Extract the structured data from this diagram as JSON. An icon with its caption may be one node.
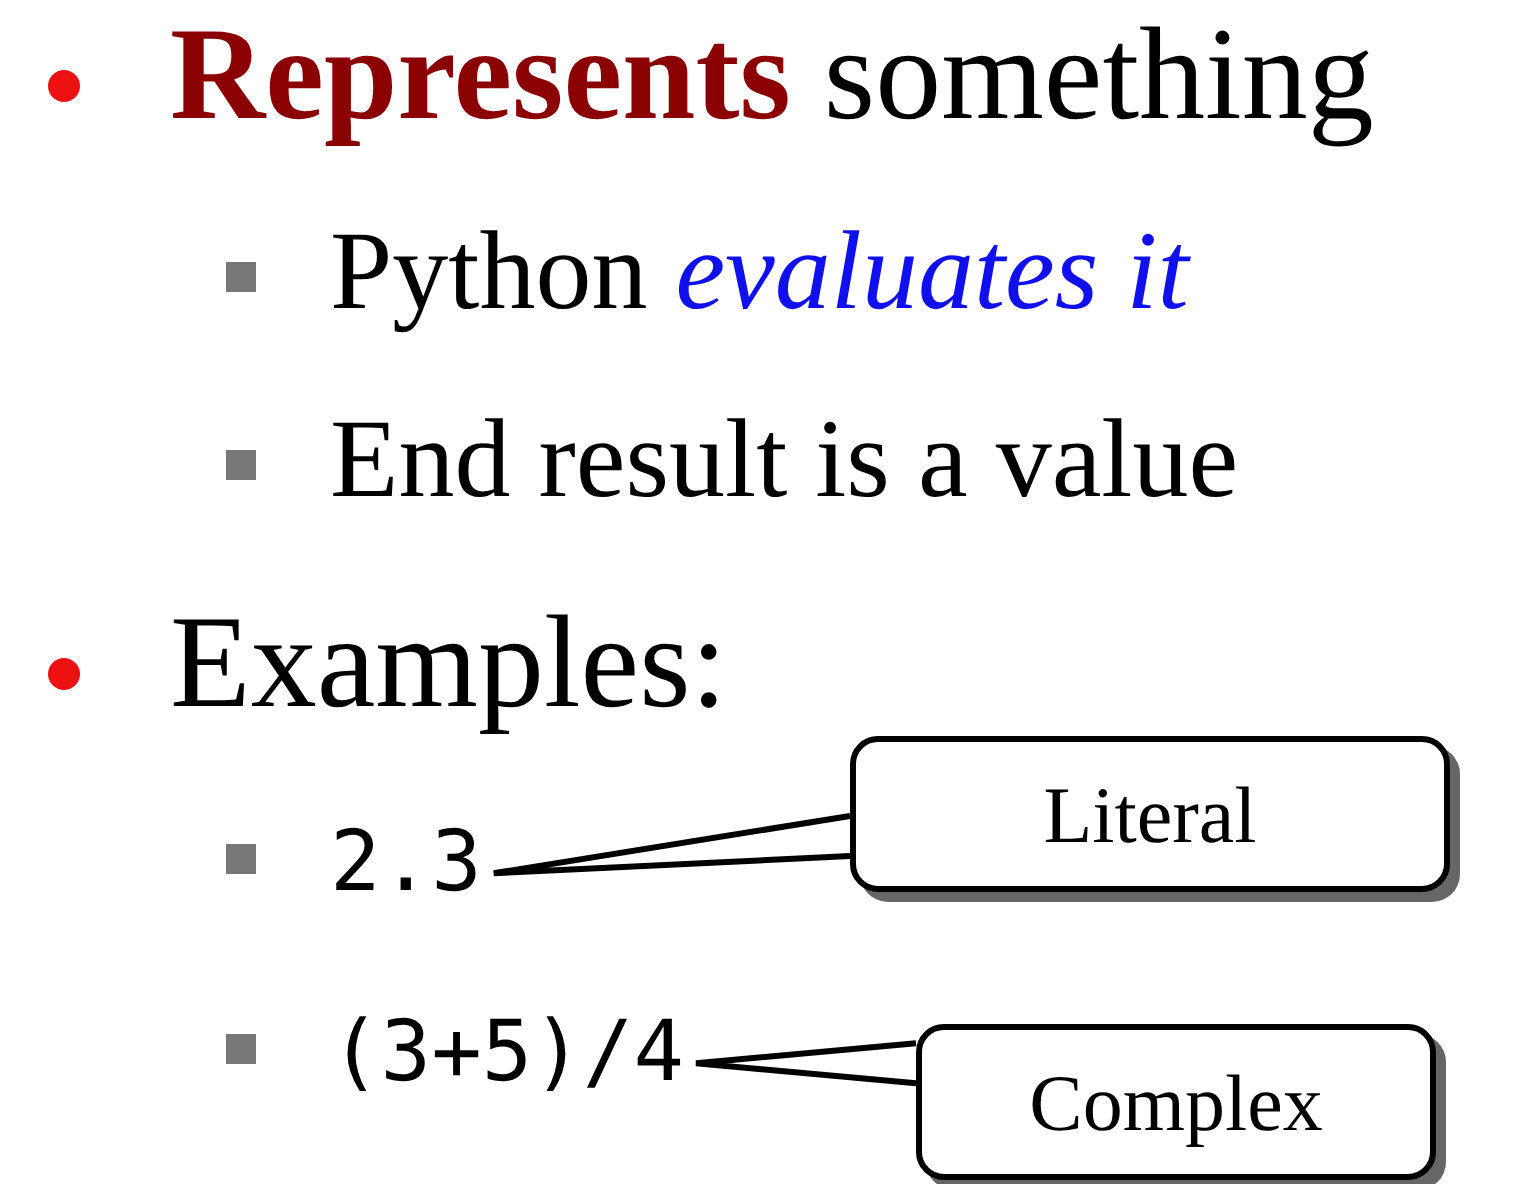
{
  "diagram": {
    "nodes": [
      {
        "text": [
          "2.3"
        ]
      },
      {
        "text": [
          "Literal"
        ]
      },
      {
        "text": [
          "(3+5)/4"
        ]
      },
      {
        "text": [
          "Complex"
        ]
      }
    ],
    "edges": [
      {
        "from": 1,
        "to": 0,
        "arrow": "none"
      },
      {
        "from": 3,
        "to": 2,
        "arrow": "none"
      }
    ],
    "labels": [
      "**Represents** something",
      "Python *evaluates it*",
      "End result is a value",
      "Examples:"
    ]
  }
}
